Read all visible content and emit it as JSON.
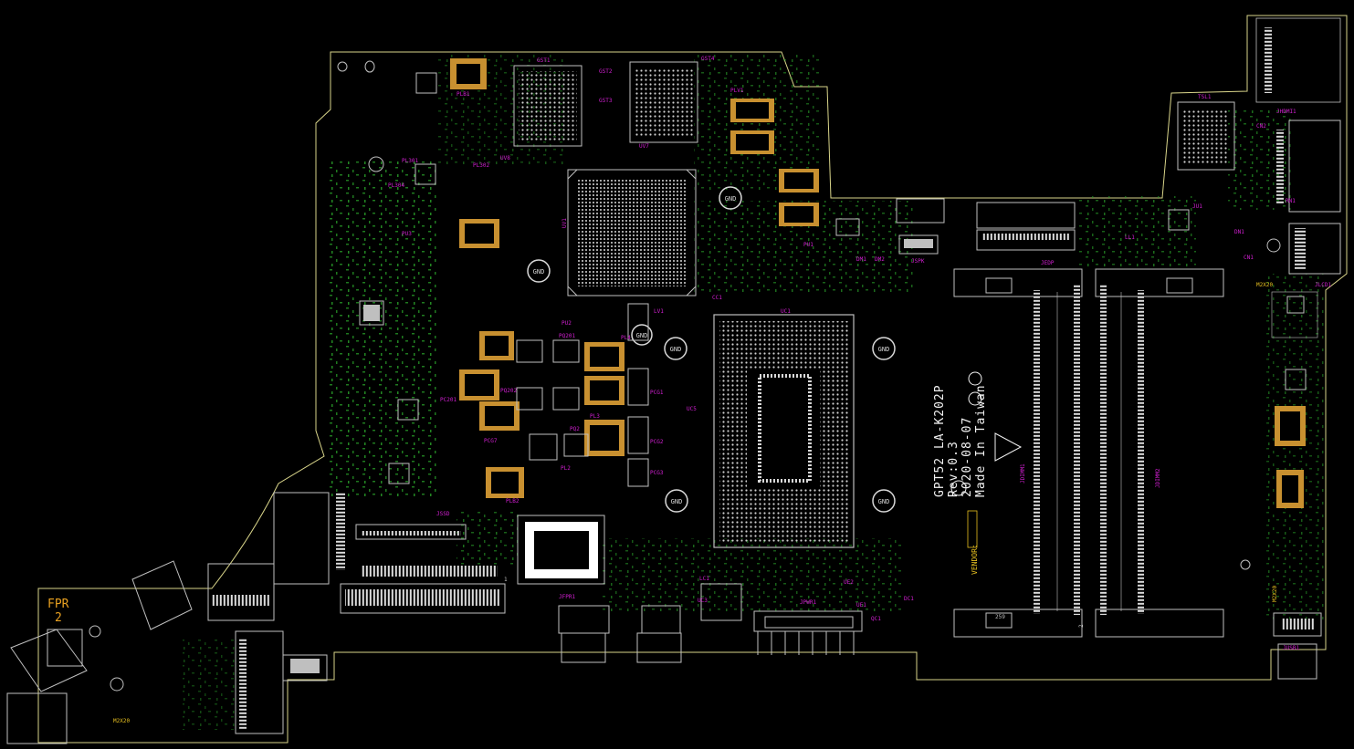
{
  "silkscreen": {
    "board_model": "GPT52 LA-K202P",
    "revision": "Rev:0.3",
    "date": "2020-08-07",
    "made_in": "Made In Taiwan",
    "vendor": "VENDOR:"
  },
  "fpr_label": {
    "line1": "FPR",
    "line2": "2"
  },
  "gnd_labels": [
    "GND",
    "GND",
    "GND",
    "GND",
    "GND",
    "GND",
    "GND"
  ],
  "mount_labels": [
    "M2X20",
    "M2X20",
    "M2X20"
  ],
  "pin_numbers": [
    "2",
    "1",
    "259"
  ],
  "refdes": {
    "u1": "UV1",
    "uc1": "UC1",
    "jdimm1": "JDIMM1",
    "jdimm2": "JDIMM2",
    "jpwr1": "JPWR1",
    "jspk": "JSPK",
    "jhdmi1": "JHDMI1",
    "jlcd1": "JLCD1",
    "jedp": "JEDP",
    "jfp1": "JFPR1",
    "jssd": "JSSD",
    "jusb1": "JUSB1",
    "plb1": "PLB1",
    "plb2": "PLB2",
    "pl301": "PL301",
    "pl302": "PL302",
    "pl304": "PL304",
    "pl2": "PL2",
    "pl3": "PL3",
    "pl4": "PL4",
    "plv1": "PLV1",
    "pq201": "PQ201",
    "pq202": "PQ202",
    "pq2": "PQ2",
    "pu1": "PU1",
    "pu2": "PU2",
    "pu3": "PU3",
    "pc201": "PC201",
    "pcg1": "PCG1",
    "pcg2": "PCG2",
    "pcg3": "PCG3",
    "pcg7": "PCG7",
    "gs71": "GST1",
    "gs72": "GST2",
    "gs73": "GST3",
    "gs74": "GST4",
    "u8": "UV8",
    "uv7": "UV7",
    "uc3": "UC3",
    "uc5": "UC5",
    "ue1": "UE1",
    "ue2": "UE2",
    "lv1": "LV1",
    "lc1": "LC1",
    "ll1": "LL1",
    "cc1": "CC1",
    "dc1": "DC1",
    "qc1": "QC1",
    "dm1": "DM1",
    "dm2": "DM2",
    "tsl1": "TSL1",
    "ju1": "JU1",
    "dn1": "DN1",
    "cn1": "CN1",
    "cn2": "CN2",
    "rn1": "RN1"
  },
  "colors": {
    "outline": "#d9d58a",
    "silkscreen": "#f2f2f2",
    "refdes": "#d21fd2",
    "pad_copper": "#c89030",
    "pad_gray": "#bfbfbf",
    "component_green": "#29a229",
    "fpr_orange": "#e8a020"
  }
}
